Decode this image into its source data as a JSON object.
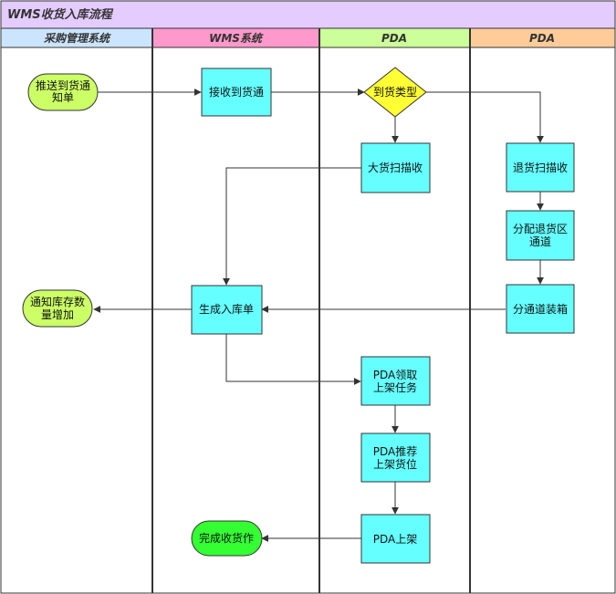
{
  "diagram": {
    "title": "WMS收货入库流程",
    "lanes": [
      {
        "id": "purchase",
        "label": "采购管理系统",
        "color": "#cce5ff"
      },
      {
        "id": "wms",
        "label": "WMS系统",
        "color": "#ff99cc"
      },
      {
        "id": "pda1",
        "label": "PDA",
        "color": "#ccff99"
      },
      {
        "id": "pda2",
        "label": "PDA",
        "color": "#ffcc99"
      }
    ],
    "nodes": [
      {
        "id": "push",
        "lines": [
          "推送到货通",
          "知单"
        ],
        "shape": "terminal",
        "fill": "#ccff66"
      },
      {
        "id": "receive",
        "lines": [
          "接收到货通"
        ],
        "shape": "rect",
        "fill": "#66ffff"
      },
      {
        "id": "type",
        "lines": [
          "到货类型"
        ],
        "shape": "diamond",
        "fill": "#ffff33"
      },
      {
        "id": "bulk",
        "lines": [
          "大货扫描收"
        ],
        "shape": "rect",
        "fill": "#66ffff"
      },
      {
        "id": "return",
        "lines": [
          "退货扫描收"
        ],
        "shape": "rect",
        "fill": "#66ffff"
      },
      {
        "id": "alloc",
        "lines": [
          "分配退货区",
          "通道"
        ],
        "shape": "rect",
        "fill": "#66ffff"
      },
      {
        "id": "box",
        "lines": [
          "分通道装箱"
        ],
        "shape": "rect",
        "fill": "#66ffff"
      },
      {
        "id": "gen",
        "lines": [
          "生成入库单"
        ],
        "shape": "rect",
        "fill": "#66ffff"
      },
      {
        "id": "notify",
        "lines": [
          "通知库存数",
          "量增加"
        ],
        "shape": "terminal",
        "fill": "#ccff66"
      },
      {
        "id": "task",
        "lines": [
          "PDA领取",
          "上架任务"
        ],
        "shape": "rect",
        "fill": "#66ffff"
      },
      {
        "id": "rec",
        "lines": [
          "PDA推荐",
          "上架货位"
        ],
        "shape": "rect",
        "fill": "#66ffff"
      },
      {
        "id": "shelf",
        "lines": [
          "PDA上架"
        ],
        "shape": "rect",
        "fill": "#66ffff"
      },
      {
        "id": "done",
        "lines": [
          "完成收货作"
        ],
        "shape": "terminal",
        "fill": "#33ff33"
      }
    ],
    "edges": [
      {
        "from": "push",
        "to": "receive"
      },
      {
        "from": "receive",
        "to": "type"
      },
      {
        "from": "type",
        "to": "bulk"
      },
      {
        "from": "type",
        "to": "return"
      },
      {
        "from": "bulk",
        "to": "gen"
      },
      {
        "from": "return",
        "to": "alloc"
      },
      {
        "from": "alloc",
        "to": "box"
      },
      {
        "from": "box",
        "to": "gen"
      },
      {
        "from": "gen",
        "to": "notify"
      },
      {
        "from": "gen",
        "to": "task"
      },
      {
        "from": "task",
        "to": "rec"
      },
      {
        "from": "rec",
        "to": "shelf"
      },
      {
        "from": "shelf",
        "to": "done"
      }
    ]
  }
}
